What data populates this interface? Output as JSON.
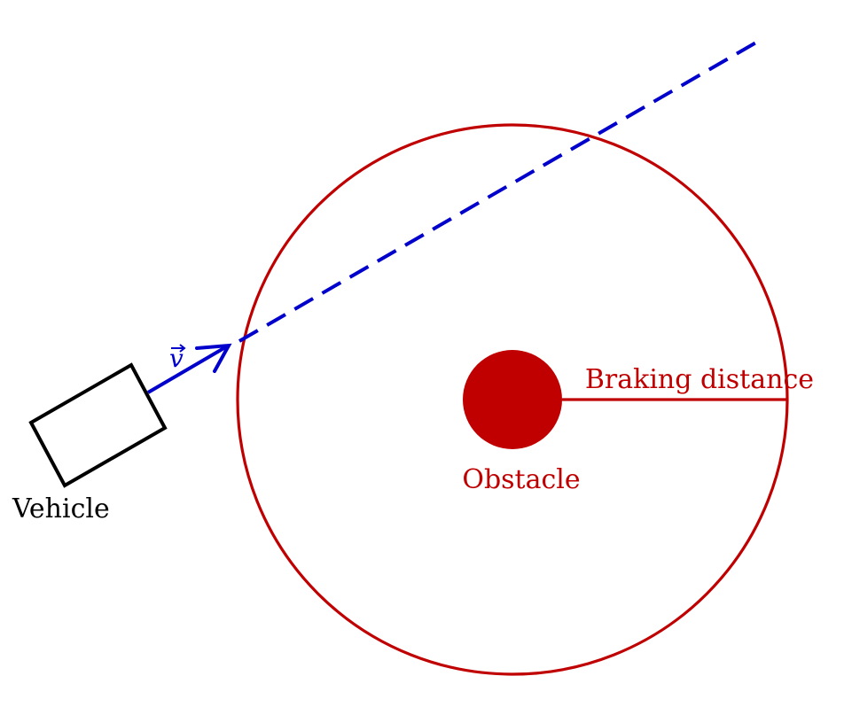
{
  "labels": {
    "vehicle": "Vehicle",
    "obstacle": "Obstacle",
    "braking_distance": "Braking distance",
    "velocity": "v"
  },
  "colors": {
    "red": "#c00000",
    "blue": "#0000cc",
    "black": "#000000"
  }
}
